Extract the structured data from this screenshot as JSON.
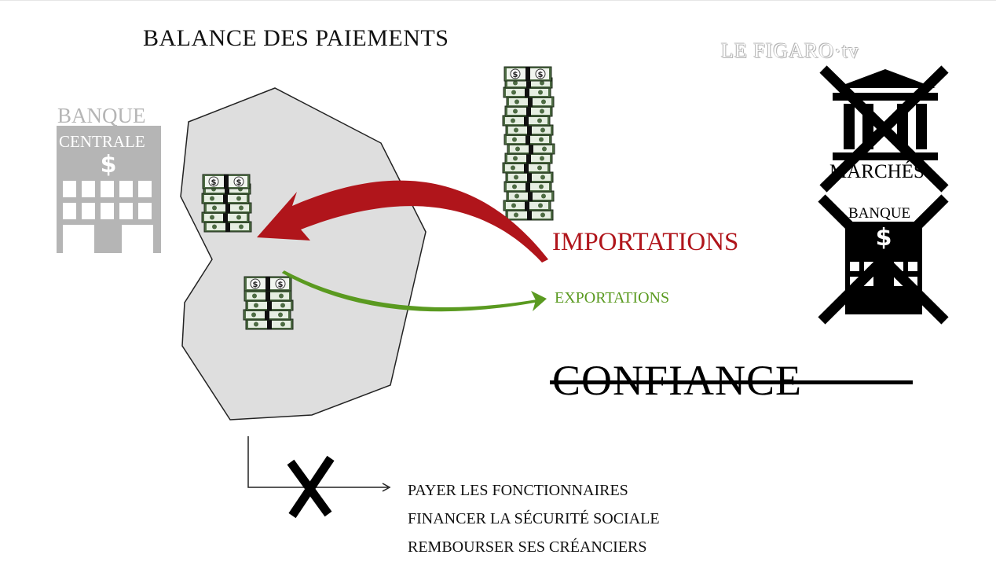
{
  "title": "BALANCE DES PAIEMENTS",
  "logo_text": "LE FIGARO·tv",
  "central_bank": {
    "line1": "BANQUE",
    "line2": "CENTRALE",
    "symbol": "$",
    "color": "#b5b5b5"
  },
  "flows": {
    "imports": {
      "label": "IMPORTATIONS",
      "color": "#b0151b"
    },
    "exports": {
      "label": "EXPORTATIONS",
      "color": "#5a9a20"
    }
  },
  "lost_partners": {
    "markets_label": "MARCHÉS",
    "bank_label": "BANQUE",
    "bank_symbol": "$"
  },
  "confidence_label": "CONFIANCE",
  "consequences": [
    "PAYER LES FONCTIONNAIRES",
    "FINANCER LA SÉCURITÉ SOCIALE",
    "REMBOURSER SES CRÉANCIERS"
  ],
  "icons": [
    "bank-building-icon",
    "money-stack-icon",
    "cross-icon",
    "arrow-icon",
    "logo-icon"
  ]
}
